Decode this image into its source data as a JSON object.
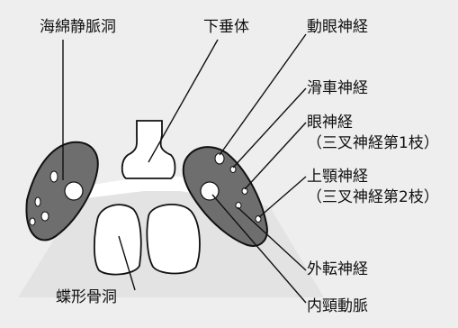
{
  "labels": {
    "cavernous_sinus": "海綿静脈洞",
    "pituitary": "下垂体",
    "oculomotor": "動眼神経",
    "trochlear": "滑車神経",
    "ophthalmic": "眼神経",
    "ophthalmic_sub": "（三叉神経第1枝）",
    "maxillary": "上顎神経",
    "maxillary_sub": "（三叉神経第2枝）",
    "abducens": "外転神経",
    "sphenoid_sinus": "蝶形骨洞",
    "internal_carotid": "内頸動脈"
  },
  "colors": {
    "background": "#eeeeee",
    "sinus_fill": "#6e6e6e",
    "bone_fill": "#dcdcdc",
    "line": "#111111"
  }
}
